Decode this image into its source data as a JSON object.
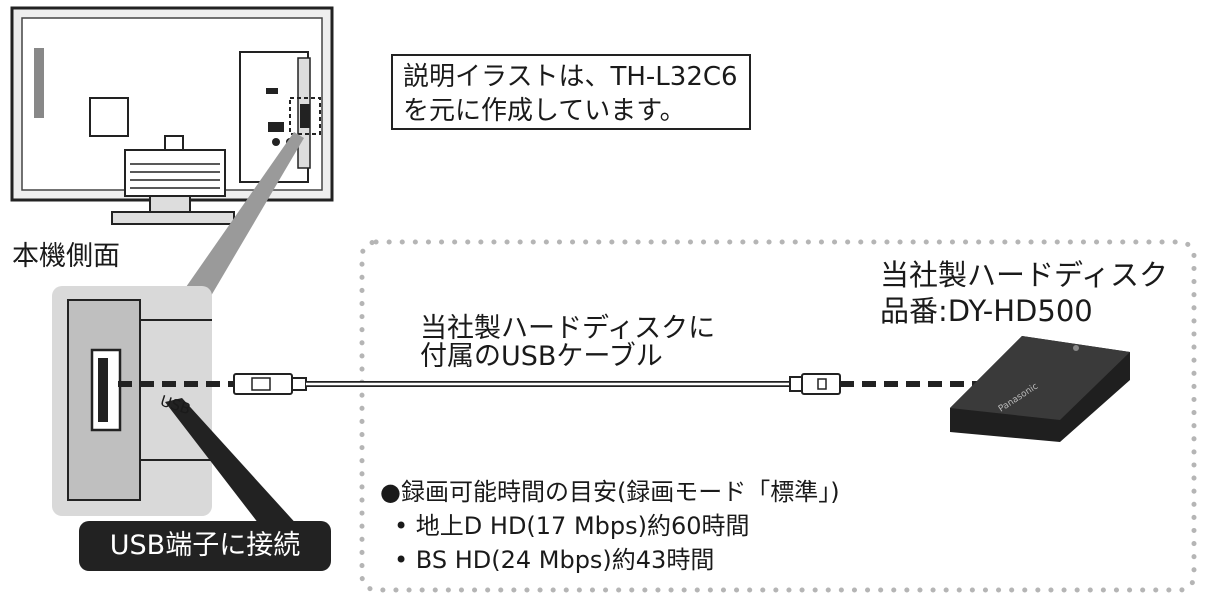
{
  "note": {
    "line1": "説明イラストは、TH-L32C6",
    "line2": "を元に作成しています。"
  },
  "side_label": "本機側面",
  "usb_port_mark": "USB",
  "connect_label": "USB端子に接続",
  "cable": {
    "line1": "当社製ハードディスクに",
    "line2": "付属のUSBケーブル"
  },
  "hdd": {
    "line1": "当社製ハードディスク",
    "line2": "品番:DY-HD500",
    "brand": "Panasonic"
  },
  "recording": {
    "heading": "●録画可能時間の目安(録画モード「標準」)",
    "items": [
      "• 地上D HD(17 Mbps)約60時間",
      "• BS HD(24 Mbps)約43時間"
    ]
  },
  "colors": {
    "line": "#222222",
    "panel": "#d9d9d9",
    "hdd": "#2e2e2e",
    "dots": "#b5b5b5"
  }
}
